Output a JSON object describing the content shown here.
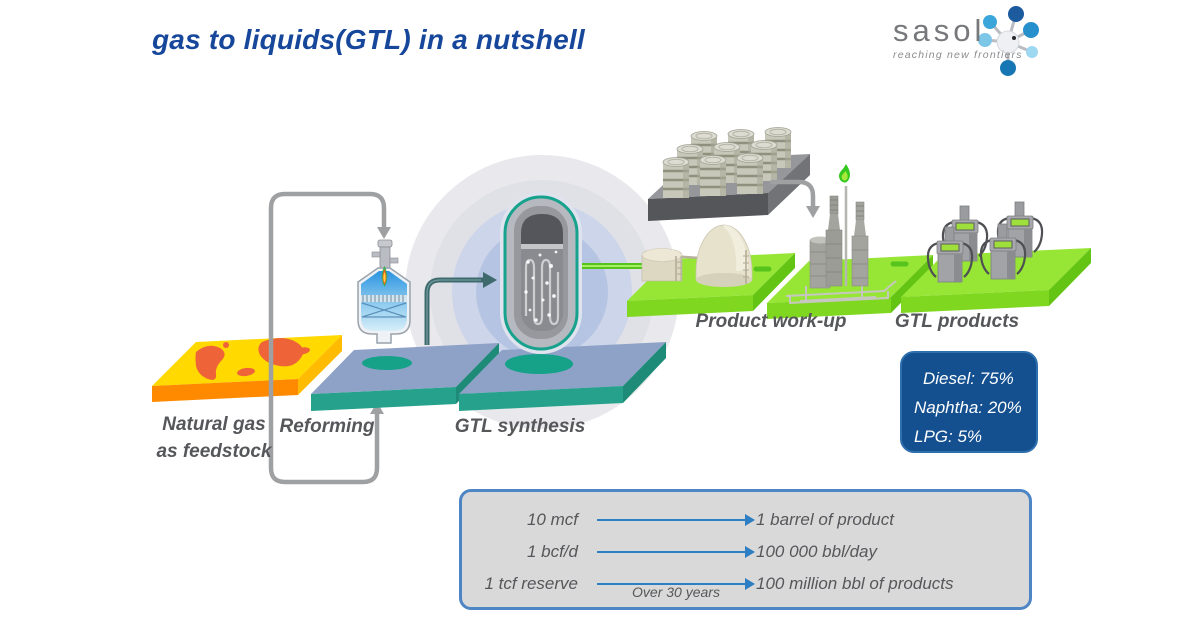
{
  "title": "gas to liquids(GTL) in a nutshell",
  "logo": {
    "wordmark": "sasol",
    "tagline": "reaching new frontiers",
    "icon": "molecule-icon"
  },
  "stages": {
    "feedstock_line1": "Natural gas",
    "feedstock_line2": "as feedstock",
    "reforming": "Reforming",
    "synthesis": "GTL synthesis",
    "workup": "Product work-up",
    "products": "GTL products"
  },
  "product_split": {
    "rows": [
      "Diesel: 75%",
      "Naphtha: 20%",
      "LPG: 5%"
    ]
  },
  "conversions": {
    "rows": [
      {
        "input": "10 mcf",
        "output": "1 barrel of product"
      },
      {
        "input": "1 bcf/d",
        "output": "100 000 bbl/day"
      },
      {
        "input": "1 tcf reserve",
        "output": "100 million bbl of products"
      }
    ],
    "note": "Over 30 years"
  },
  "colors": {
    "title_blue": "#17479b",
    "label_grey": "#56575a",
    "products_box_bg": "#14508f",
    "products_box_border": "#2e6fae",
    "conversion_box_bg": "#d9d9d9",
    "conversion_box_border": "#4e85c5",
    "arrow_blue": "#2d7ec2",
    "platform_green_top": "#97e636",
    "platform_blue_top": "#8ea2c8",
    "platform_teal": "#26a28c",
    "feedstock_yellow": "#ffd900",
    "feedstock_orange": "#ff8a00",
    "pipe_green": "#57c41d",
    "loop_grey": "#9fa0a2"
  }
}
